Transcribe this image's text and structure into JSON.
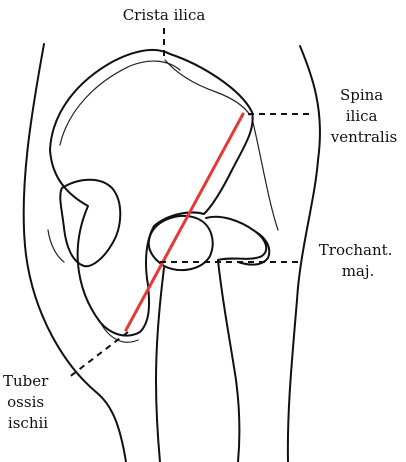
{
  "labels": {
    "crista": [
      "Crista ilica"
    ],
    "spina": [
      "Spina",
      "ilica",
      "ventralis"
    ],
    "trochant": [
      "Trochant.",
      "maj."
    ],
    "tuber": [
      "Tuber",
      "ossis",
      "ischii"
    ]
  },
  "colors": {
    "line": "#e53935",
    "ink": "#111111"
  }
}
